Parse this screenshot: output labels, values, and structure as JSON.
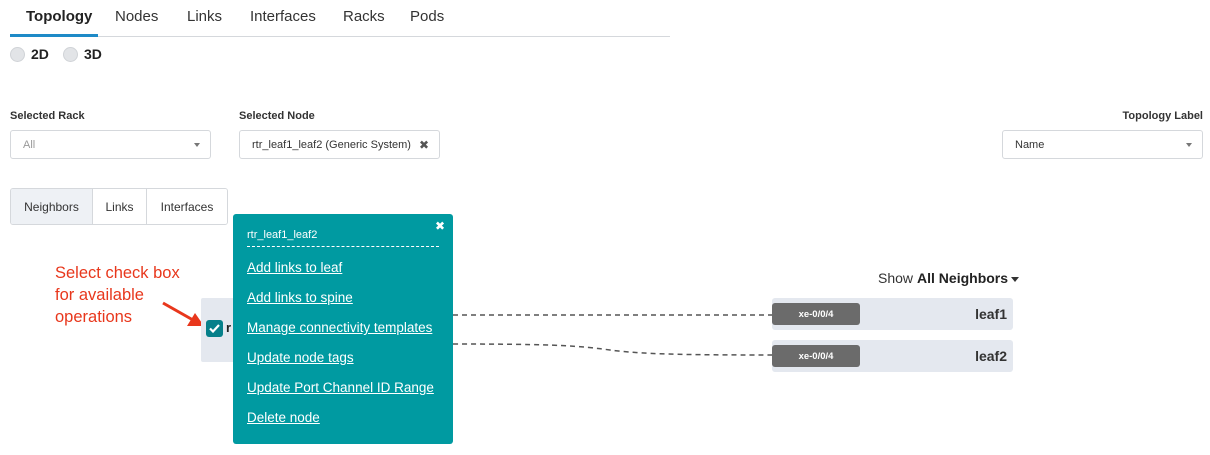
{
  "tabs": [
    {
      "label": "Topology",
      "active": true
    },
    {
      "label": "Nodes"
    },
    {
      "label": "Links"
    },
    {
      "label": "Interfaces"
    },
    {
      "label": "Racks"
    },
    {
      "label": "Pods"
    }
  ],
  "view_modes": [
    {
      "label": "2D"
    },
    {
      "label": "3D"
    }
  ],
  "filters": {
    "rack": {
      "label": "Selected Rack",
      "placeholder": "All"
    },
    "node": {
      "label": "Selected Node",
      "value": "rtr_leaf1_leaf2 (Generic System)"
    },
    "topology_label": {
      "label": "Topology Label",
      "value": "Name"
    }
  },
  "subtabs": [
    {
      "label": "Neighbors",
      "active": true
    },
    {
      "label": "Links"
    },
    {
      "label": "Interfaces"
    }
  ],
  "annotation": {
    "lines": [
      "Select check box",
      "for available",
      "operations"
    ]
  },
  "node": {
    "name_cut": "r"
  },
  "popover": {
    "title": "rtr_leaf1_leaf2",
    "close": "✖",
    "items": [
      "Add links to leaf",
      "Add links to spine",
      "Manage connectivity templates",
      "Update node tags",
      "Update Port Channel ID Range",
      "Delete node"
    ]
  },
  "show": {
    "prefix": "Show",
    "value": "All Neighbors"
  },
  "neighbors": [
    {
      "port": "xe-0/0/4",
      "name": "leaf1"
    },
    {
      "port": "xe-0/0/4",
      "name": "leaf2"
    }
  ],
  "colors": {
    "accent": "#1e8ac7",
    "popover": "#009aa1",
    "checkbox": "#06808a",
    "annotation": "#e8371c",
    "port_badge": "#6b6b6b"
  }
}
